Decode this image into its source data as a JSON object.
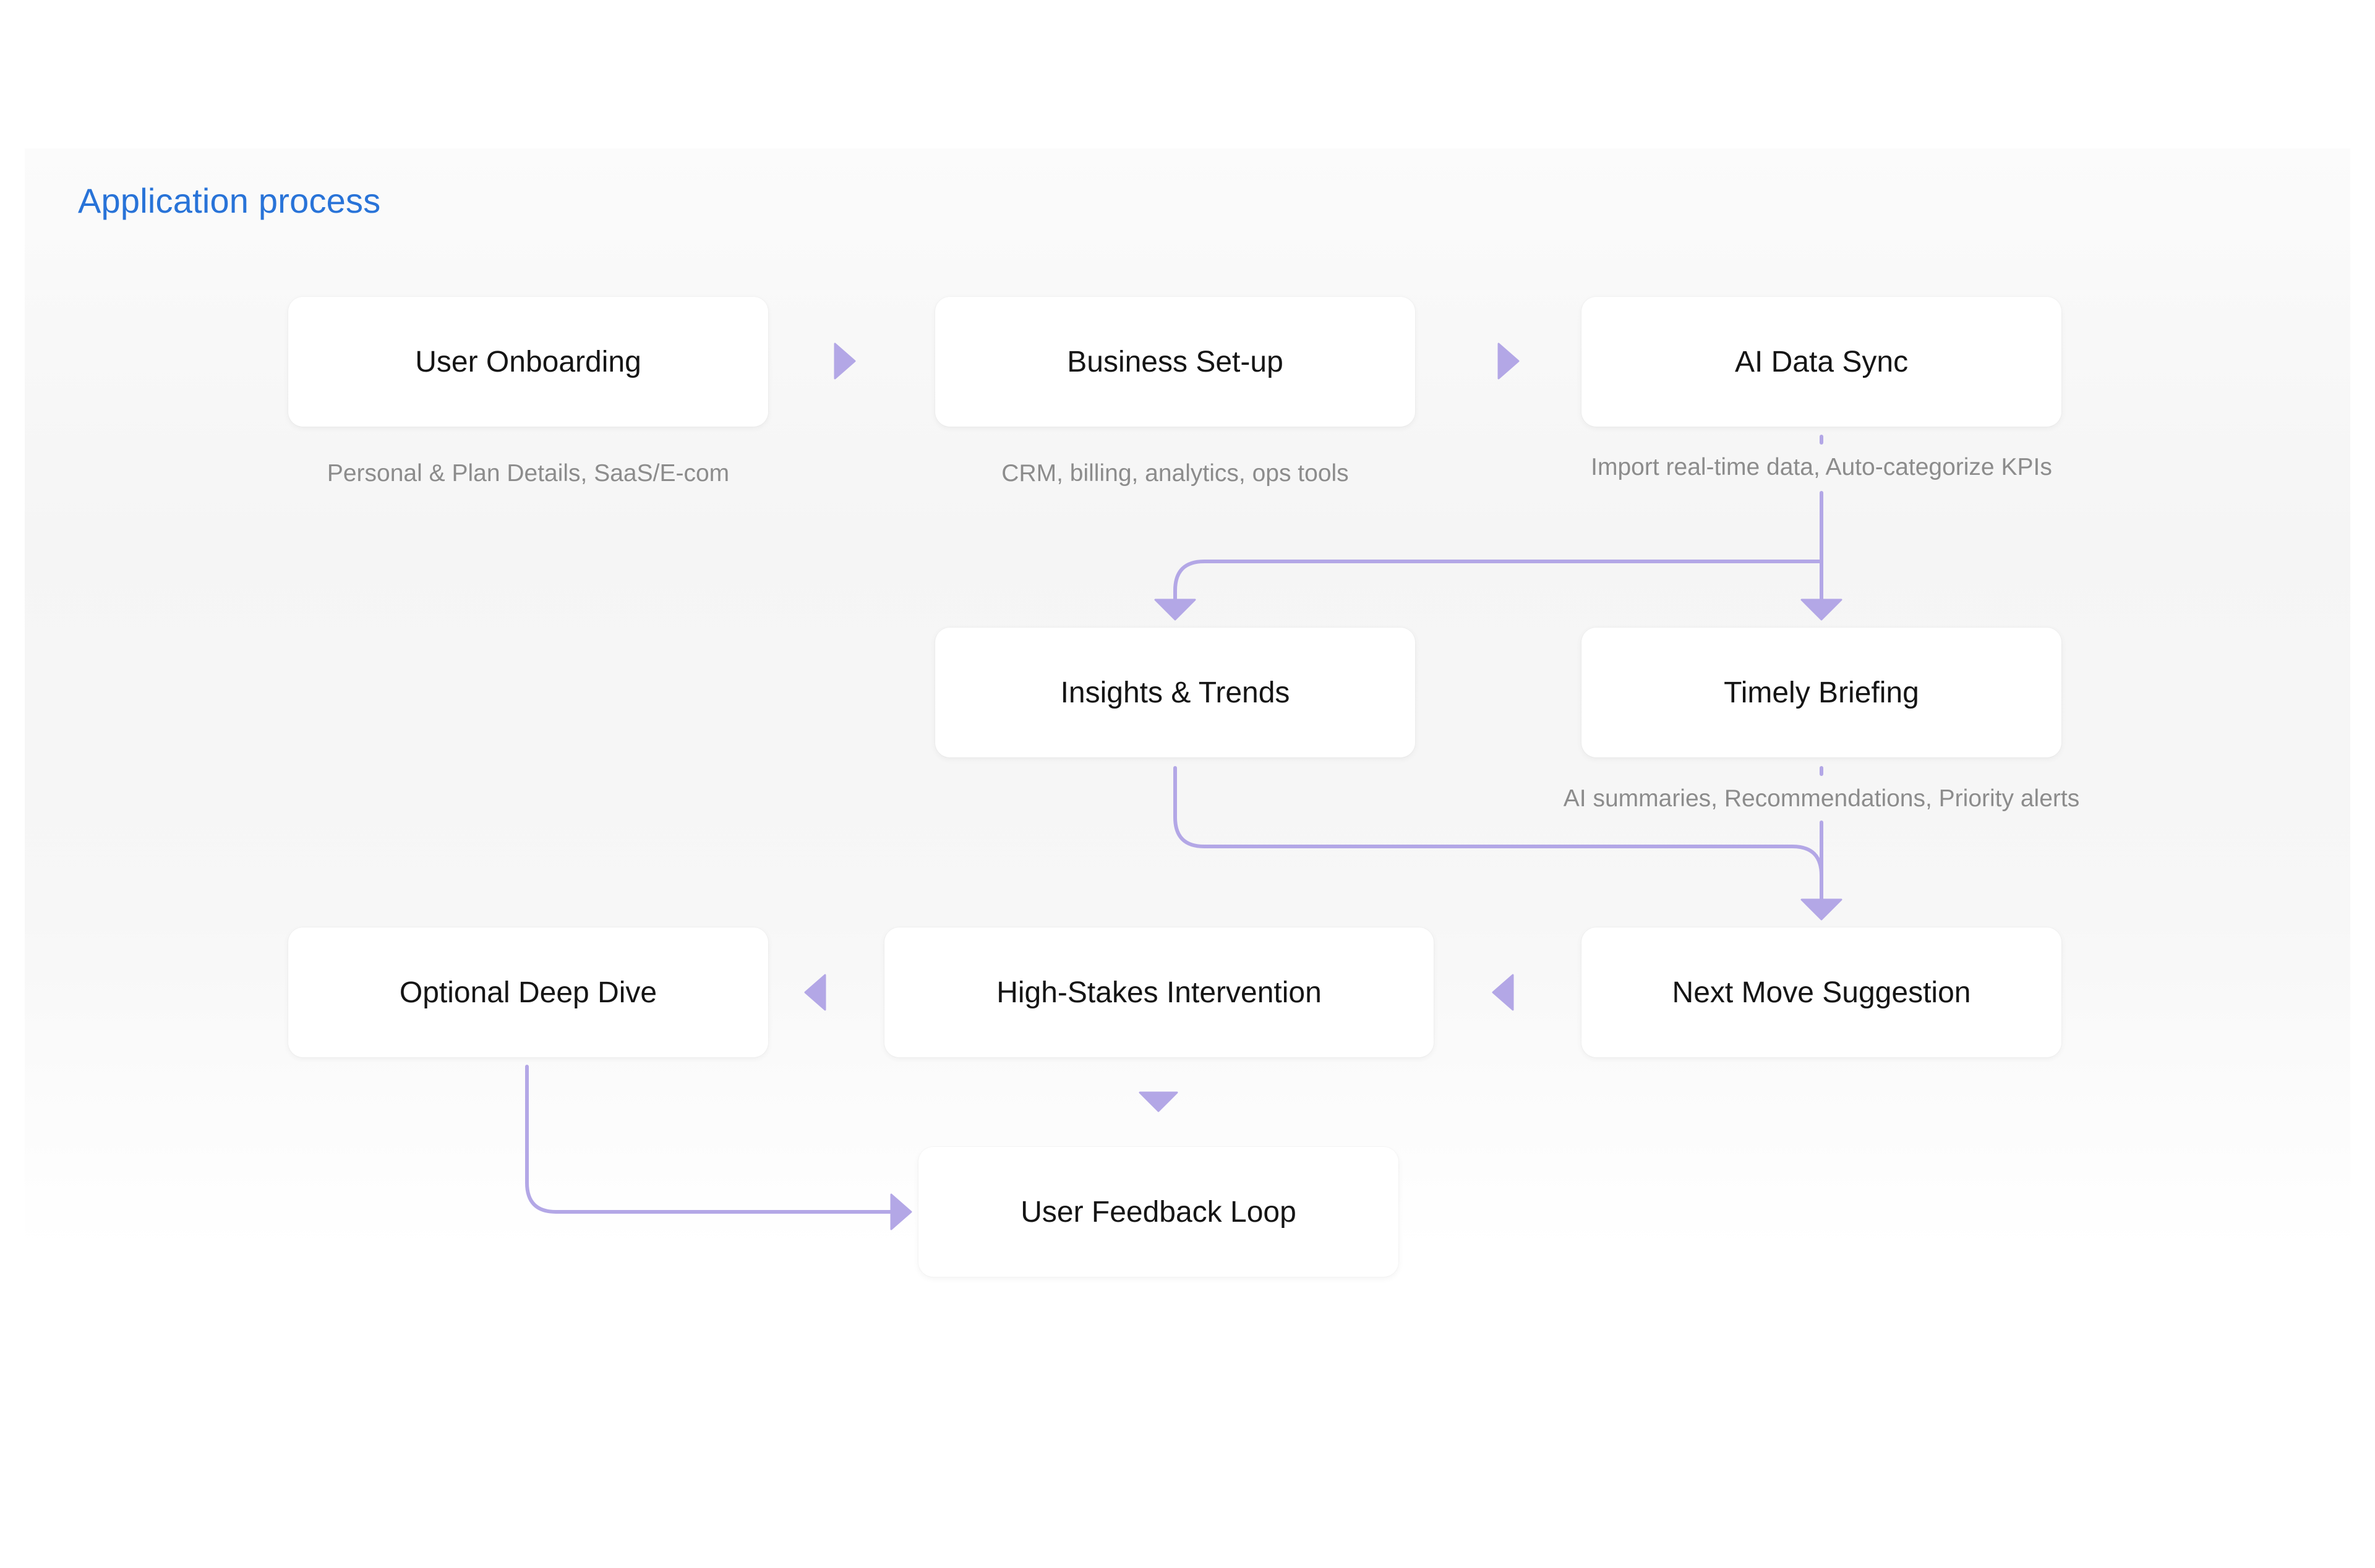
{
  "title": "Application process",
  "nodes": {
    "user_onboarding": "User Onboarding",
    "business_setup": "Business Set-up",
    "ai_data_sync": "AI Data Sync",
    "insights_trends": "Insights & Trends",
    "timely_briefing": "Timely Briefing",
    "optional_deep_dive": "Optional Deep Dive",
    "high_stakes_intervention": "High-Stakes Intervention",
    "next_move_suggestion": "Next Move Suggestion",
    "user_feedback_loop": "User Feedback Loop"
  },
  "notes": {
    "user_onboarding": "Personal & Plan Details, SaaS/E-com",
    "business_setup": "CRM, billing, analytics, ops tools",
    "ai_data_sync": "Import real-time data, Auto-categorize KPIs",
    "timely_briefing": "AI summaries, Recommendations, Priority alerts"
  },
  "colors": {
    "title": "#2873d8",
    "connector": "#b3a7e6",
    "note_text": "#8c8c8c"
  }
}
